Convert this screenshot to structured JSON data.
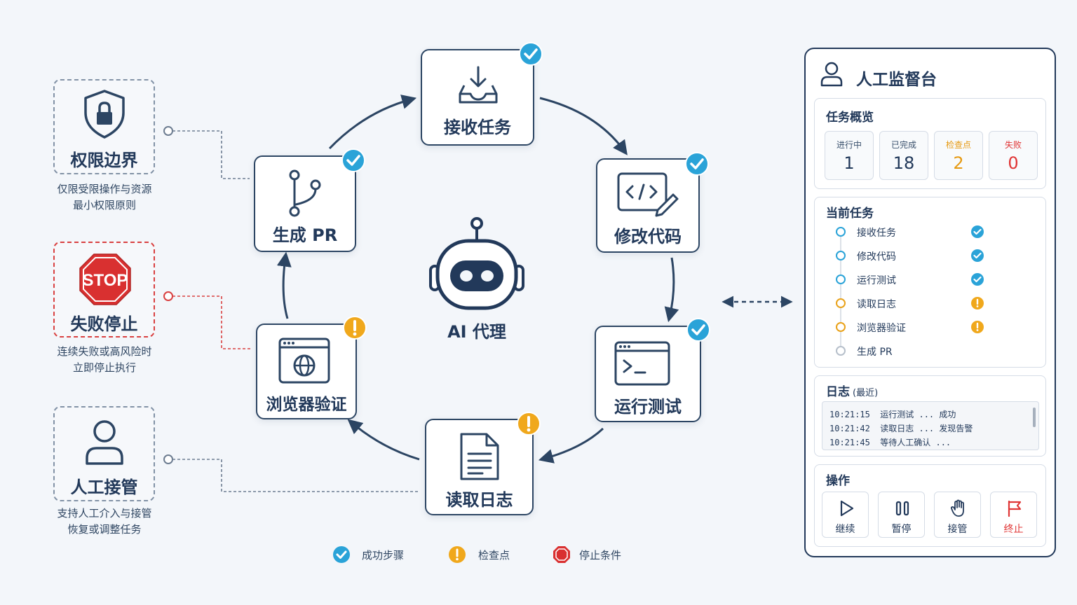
{
  "center": {
    "label": "AI 代理"
  },
  "nodes": [
    {
      "id": "receive",
      "label": "接收任务",
      "status": "success"
    },
    {
      "id": "modify",
      "label": "修改代码",
      "status": "success"
    },
    {
      "id": "test",
      "label": "运行测试",
      "status": "success"
    },
    {
      "id": "logs",
      "label": "读取日志",
      "status": "checkpoint"
    },
    {
      "id": "browser",
      "label": "浏览器验证",
      "status": "checkpoint"
    },
    {
      "id": "pr",
      "label": "生成 PR",
      "status": "success"
    }
  ],
  "guards": [
    {
      "title": "权限边界",
      "desc1": "仅限受限操作与资源",
      "desc2": "最小权限原则",
      "icon": "shield-lock-icon"
    },
    {
      "title": "失败停止",
      "desc1": "连续失败或高风险时",
      "desc2": "立即停止执行",
      "icon": "stop-sign-icon",
      "stop_text": "STOP"
    },
    {
      "title": "人工接管",
      "desc1": "支持人工介入与接管",
      "desc2": "恢复或调整任务",
      "icon": "person-icon"
    }
  ],
  "legend": [
    {
      "label": "成功步骤",
      "icon": "check-badge-icon"
    },
    {
      "label": "检查点",
      "icon": "warning-badge-icon"
    },
    {
      "label": "停止条件",
      "icon": "stop-badge-icon"
    }
  ],
  "panel": {
    "title": "人工监督台",
    "overview": {
      "title": "任务概览",
      "stats": [
        {
          "label": "进行中",
          "value": "1"
        },
        {
          "label": "已完成",
          "value": "18"
        },
        {
          "label": "检查点",
          "value": "2"
        },
        {
          "label": "失败",
          "value": "0"
        }
      ]
    },
    "current": {
      "title": "当前任务",
      "steps": [
        {
          "label": "接收任务",
          "state": "done"
        },
        {
          "label": "修改代码",
          "state": "done"
        },
        {
          "label": "运行测试",
          "state": "done"
        },
        {
          "label": "读取日志",
          "state": "warn"
        },
        {
          "label": "浏览器验证",
          "state": "warn"
        },
        {
          "label": "生成 PR",
          "state": "pending"
        }
      ]
    },
    "log": {
      "title": "日志",
      "subtitle": "(最近)",
      "lines": [
        "10:21:15  运行测试 ... 成功",
        "10:21:42  读取日志 ... 发现告警",
        "10:21:45  等待人工确认 ..."
      ]
    },
    "actions": {
      "title": "操作",
      "buttons": [
        {
          "label": "继续",
          "icon": "play-icon"
        },
        {
          "label": "暂停",
          "icon": "pause-icon"
        },
        {
          "label": "接管",
          "icon": "hand-icon"
        },
        {
          "label": "终止",
          "icon": "flag-icon"
        }
      ]
    }
  },
  "colors": {
    "navy": "#22395a",
    "success": "#2aa3d8",
    "warning": "#f0a81c",
    "stop": "#d93030"
  }
}
